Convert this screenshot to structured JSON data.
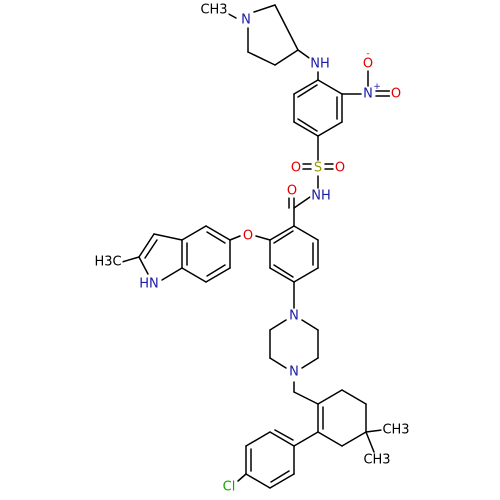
{
  "colors": {
    "carbon": "#000000",
    "nitrogen": "#1a1aa6",
    "oxygen": "#e00000",
    "sulfur": "#9a9a00",
    "chlorine": "#17a300",
    "background": "#ffffff"
  },
  "molecule": {
    "labels": {
      "pip_n": "N",
      "pip_methyl": "CH3",
      "nh": "NH",
      "nitro_n": "N",
      "nitro_plus": "+",
      "nitro_o_top": "O",
      "nitro_minus": "-",
      "nitro_o_right": "O",
      "sulfonyl_s": "S",
      "sulfonyl_o_left": "O",
      "sulfonyl_o_right": "O",
      "amide_nh": "NH",
      "carbonyl_o": "O",
      "ether_o": "O",
      "indole_methyl": "H3C",
      "indole_nh": "HN",
      "piperazine_n_top": "N",
      "piperazine_n_bottom": "N",
      "gem_methyl_top": "CH3",
      "gem_methyl_bottom": "CH3",
      "chloro": "Cl"
    }
  }
}
